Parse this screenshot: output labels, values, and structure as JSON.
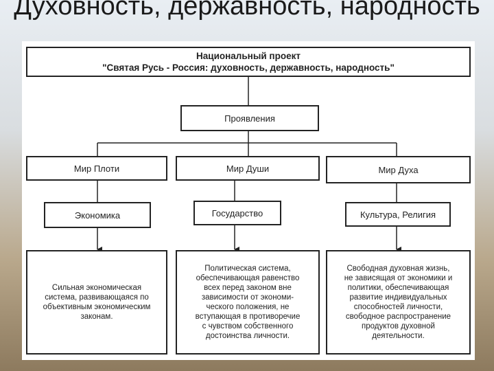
{
  "slide_title": "Духовность, державность, народность",
  "diagram": {
    "top": {
      "line1": "Национальный проект",
      "line2": "\"Святая Русь - Россия: духовность, державность, народность\""
    },
    "manifestations": "Проявления",
    "columns": [
      {
        "world": "Мир Плоти",
        "sphere": "Экономика",
        "description": "Сильная экономическая\nсистема, развивающаяся по\nобъективным экономическим\nзаконам."
      },
      {
        "world": "Мир Души",
        "sphere": "Государство",
        "description": "Политическая система,\nобеспечивающая равенство\nвсех перед законом вне\nзависимости от экономи-\nческого положения, не\nвступающая в противоречие\nс чувством собственного\nдостоинства личности."
      },
      {
        "world": "Мир Духа",
        "sphere": "Культура, Религия",
        "description": "Свободная духовная жизнь,\nне зависящая от экономики и\nполитики, обеспечивающая\nразвитие индивидуальных\nспособностей личности,\nсвободное распространение\nпродуктов духовной\nдеятельности."
      }
    ]
  }
}
